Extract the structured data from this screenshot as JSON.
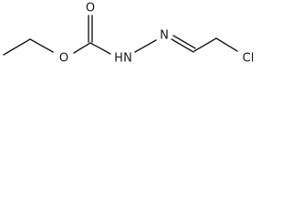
{
  "molecule": {
    "atoms": {
      "carbonyl_oxygen": "O",
      "ester_oxygen": "O",
      "amine_nitrogen": "N",
      "amine_hydrogen": "H",
      "imine_nitrogen": "N",
      "chlorine": "Cl"
    }
  }
}
